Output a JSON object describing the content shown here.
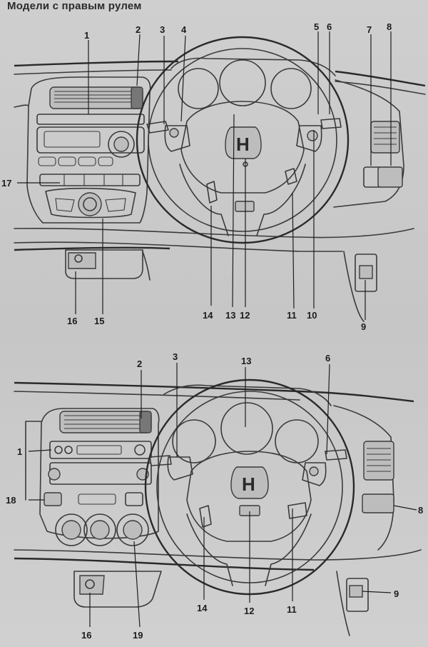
{
  "title": "Модели с правым рулем",
  "top_diagram": {
    "callouts": [
      "1",
      "2",
      "3",
      "4",
      "5",
      "6",
      "7",
      "8",
      "9",
      "10",
      "11",
      "12",
      "13",
      "14",
      "15",
      "16",
      "17"
    ]
  },
  "bottom_diagram": {
    "callouts": [
      "1",
      "2",
      "3",
      "6",
      "8",
      "9",
      "11",
      "12",
      "13",
      "14",
      "16",
      "18",
      "19"
    ]
  }
}
